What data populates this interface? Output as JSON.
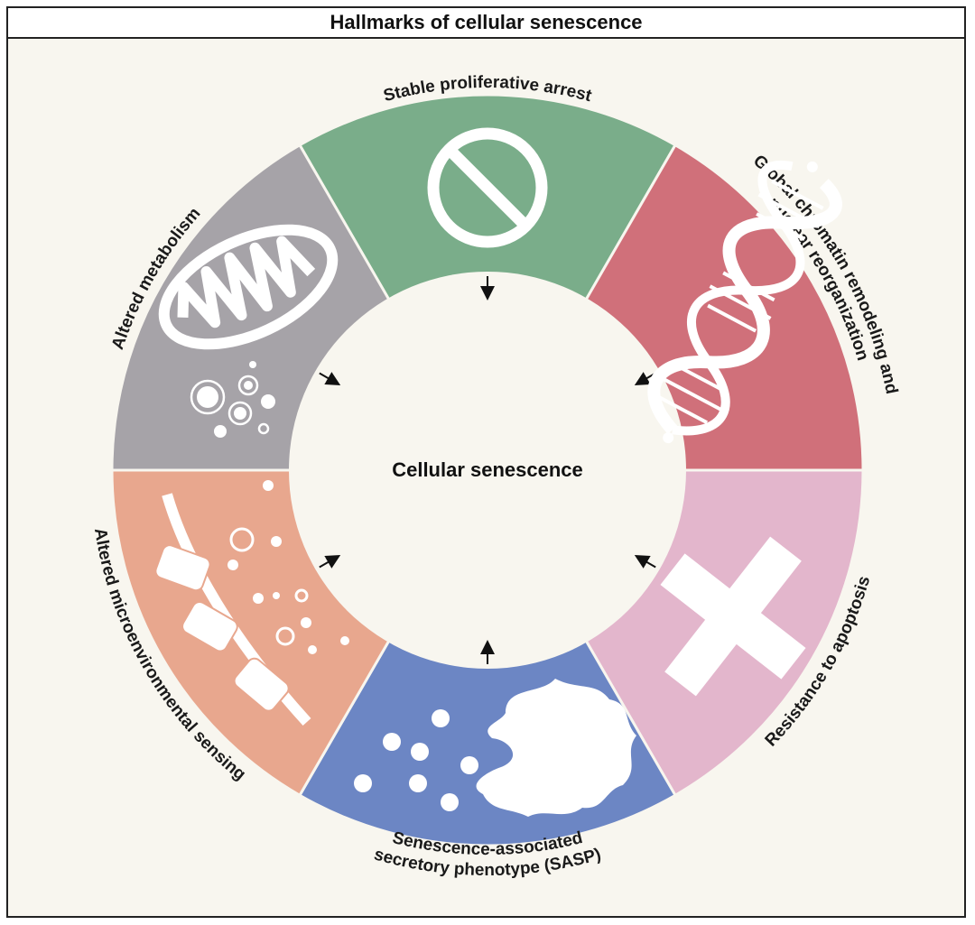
{
  "title": "Hallmarks of cellular senescence",
  "center_label": "Cellular senescence",
  "background_color": "#f8f6ef",
  "segments": [
    {
      "id": "stable-proliferative-arrest",
      "color": "#7aad8a",
      "icon": "no-entry-icon",
      "lines": [
        "Stable proliferative arrest"
      ]
    },
    {
      "id": "global-chromatin-remodeling",
      "color": "#d0707a",
      "icon": "dna-helix-icon",
      "lines": [
        "Global chromatin remodeling and",
        "nuclear reorganization"
      ]
    },
    {
      "id": "resistance-to-apoptosis",
      "color": "#e3b6cc",
      "icon": "cross-icon",
      "lines": [
        "Resistance to apoptosis"
      ]
    },
    {
      "id": "sasp",
      "color": "#6c86c4",
      "icon": "secreting-cell-icon",
      "lines": [
        "Senescence-associated",
        "secretory phenotype (SASP)"
      ]
    },
    {
      "id": "altered-microenvironmental-sensing",
      "color": "#e8a78e",
      "icon": "membrane-receptor-icon",
      "lines": [
        "Altered microenvironmental sensing"
      ]
    },
    {
      "id": "altered-metabolism",
      "color": "#a6a3a8",
      "icon": "mitochondrion-icon",
      "lines": [
        "Altered metabolism"
      ]
    }
  ]
}
